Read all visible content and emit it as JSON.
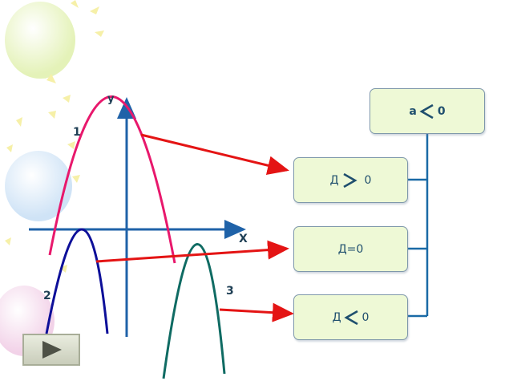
{
  "conditions": {
    "a_condition": {
      "left": "a",
      "right": "0",
      "relation": "less-than-sign"
    },
    "d_positive": {
      "left": "Д",
      "right": "0",
      "relation": "greater-than-sign"
    },
    "d_zero": {
      "text": "Д=0"
    },
    "d_negative": {
      "left": "Д",
      "right": "0",
      "relation": "less-than-sign"
    }
  },
  "graph": {
    "y_label": "y",
    "x_label": "X",
    "curve_labels": [
      "1",
      "2",
      "3"
    ]
  },
  "colors": {
    "curve_1": "#e8186c",
    "curve_2": "#0d0f99",
    "curve_3": "#0f6b63",
    "axes": "#1f62a8",
    "arrows": "#e41414",
    "connector": "#1a6aa6",
    "box_fill": "#eef9d6"
  },
  "controls": {
    "play_icon": "play-triangle-icon"
  }
}
